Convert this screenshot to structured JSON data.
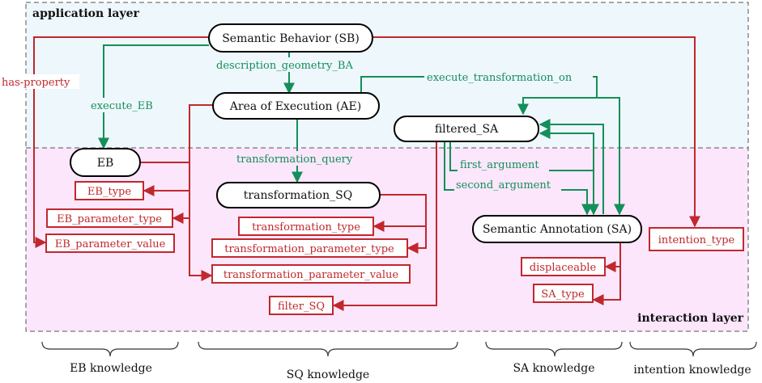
{
  "layers": {
    "application": "application layer",
    "interaction": "interaction layer"
  },
  "nodes": {
    "sb": "Semantic Behavior (SB)",
    "ae": "Area of Execution (AE)",
    "filtered_sa": "filtered_SA",
    "eb": "EB",
    "transformation_sq": "transformation_SQ",
    "sa": "Semantic Annotation (SA)"
  },
  "properties": {
    "eb_type": "EB_type",
    "eb_parameter_type": "EB_parameter_type",
    "eb_parameter_value": "EB_parameter_value",
    "transformation_type": "transformation_type",
    "transformation_parameter_type": "transformation_parameter_type",
    "transformation_parameter_value": "transformation_parameter_value",
    "filter_sq": "filter_SQ",
    "displaceable": "displaceable",
    "sa_type": "SA_type",
    "intention_type": "intention_type"
  },
  "edge_labels": {
    "has_property": "has-property",
    "execute_eb": "execute_EB",
    "description_geometry_ba": "description_geometry_BA",
    "execute_transformation_on": "execute_transformation_on",
    "transformation_query": "transformation_query",
    "first_argument": "first_argument",
    "second_argument": "second_argument"
  },
  "knowledge": {
    "eb": "EB knowledge",
    "sq": "SQ knowledge",
    "sa": "SA knowledge",
    "intention": "intention knowledge"
  },
  "colors": {
    "application_bg": "#eef7fb",
    "interaction_bg": "#fbe6fb",
    "green": "#128f5a",
    "red": "#c0282d"
  }
}
